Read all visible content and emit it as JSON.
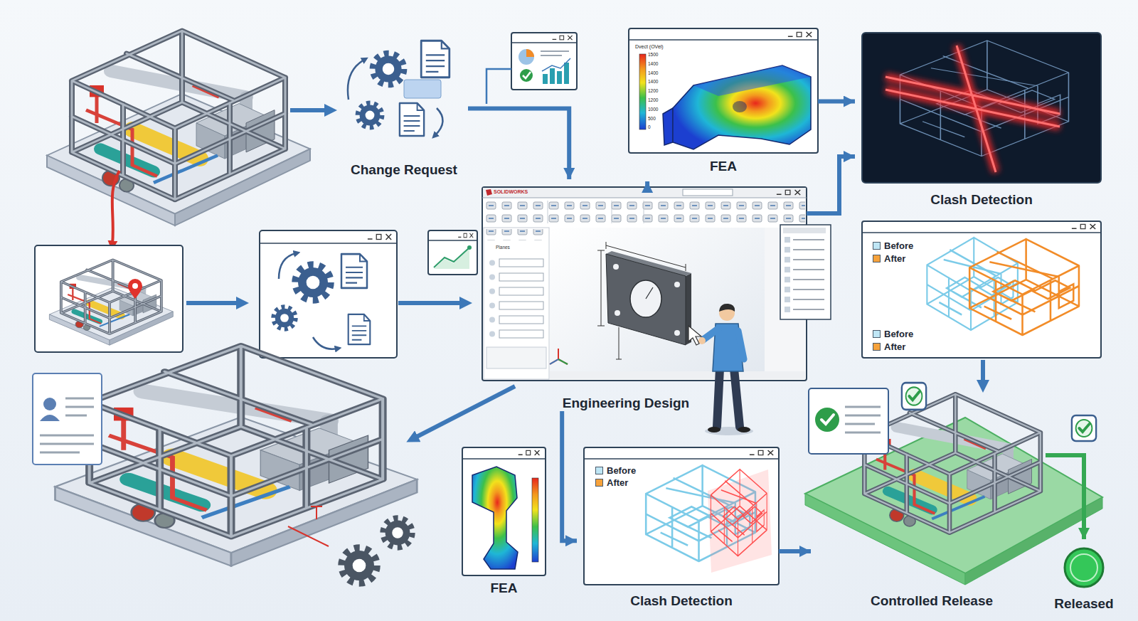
{
  "diagram": {
    "nodes": [
      {
        "text": [
          "Change Request"
        ]
      },
      {
        "text": [
          "FEA"
        ]
      },
      {
        "text": [
          "Clash Detection"
        ]
      },
      {
        "text": [
          "Engineering Design"
        ]
      },
      {
        "text": [
          "FEA"
        ]
      },
      {
        "text": [
          "Clash Detection"
        ]
      },
      {
        "text": [
          "Controlled Release"
        ]
      },
      {
        "text": [
          "Released"
        ]
      }
    ],
    "edges": [
      {
        "from": 0,
        "to": 3,
        "arrow": "to"
      },
      {
        "from": 3,
        "to": 1,
        "arrow": "to"
      },
      {
        "from": 1,
        "to": 2,
        "arrow": "to"
      },
      {
        "from": 3,
        "to": 2,
        "arrow": "to"
      },
      {
        "from": 3,
        "to": 5,
        "arrow": "to"
      },
      {
        "from": 5,
        "to": 6,
        "arrow": "to"
      },
      {
        "from": 6,
        "to": 7,
        "arrow": "to"
      }
    ],
    "labels": [
      "SOLIDWORKS",
      "Planes",
      "Dvect (OVel)",
      "1500",
      "1400",
      "1400",
      "1400",
      "1200",
      "1200",
      "1000",
      "500",
      "0"
    ],
    "legend": [
      {
        "text": "Before",
        "color": "#bfe6f5"
      },
      {
        "text": "After",
        "color": "#f7a23b"
      },
      {
        "text": "Before",
        "color": "#bfe6f5"
      },
      {
        "text": "After",
        "color": "#f7a23b"
      },
      {
        "text": "Before",
        "color": "#bfe6f5"
      },
      {
        "text": "After",
        "color": "#f7a23b"
      }
    ]
  }
}
